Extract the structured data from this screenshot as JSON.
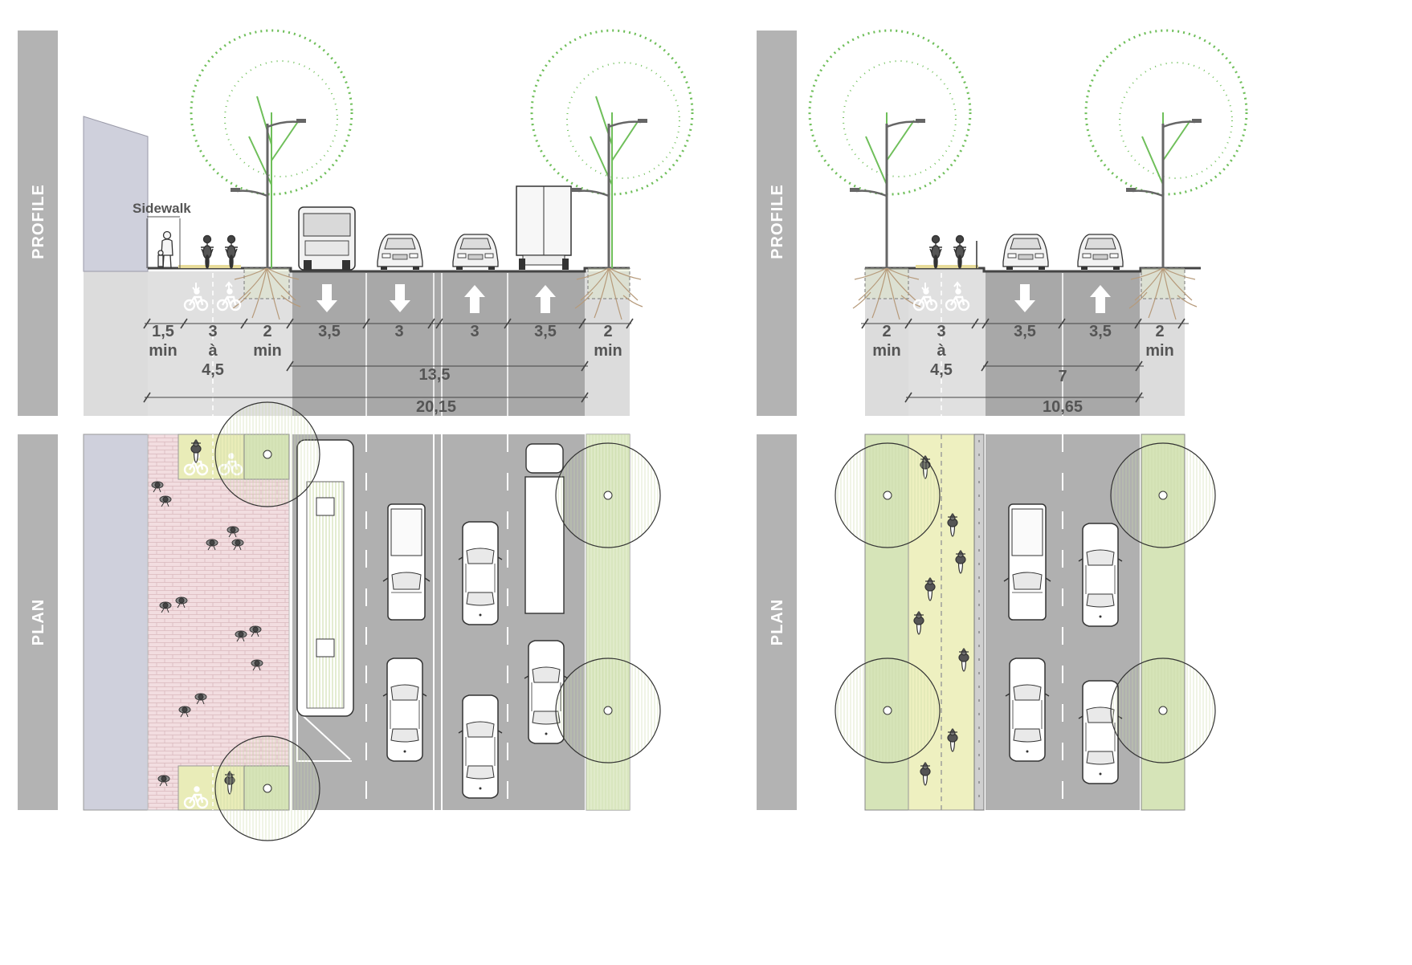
{
  "labels": {
    "profile": "PROFILE",
    "plan": "PLAN",
    "sidewalk": "Sidewalk"
  },
  "left": {
    "widths": [
      {
        "top": "1,5",
        "bottom": "min",
        "extra": ""
      },
      {
        "top": "3",
        "bottom": "à",
        "extra": "4,5"
      },
      {
        "top": "2",
        "bottom": "min",
        "extra": ""
      },
      {
        "top": "3,5",
        "bottom": "",
        "extra": ""
      },
      {
        "top": "3",
        "bottom": "",
        "extra": ""
      },
      {
        "top": "3",
        "bottom": "",
        "extra": ""
      },
      {
        "top": "3,5",
        "bottom": "",
        "extra": ""
      },
      {
        "top": "2",
        "bottom": "min",
        "extra": ""
      }
    ],
    "subtotal": "13,5",
    "total": "20,15"
  },
  "right": {
    "widths": [
      {
        "top": "2",
        "bottom": "min",
        "extra": ""
      },
      {
        "top": "3",
        "bottom": "à",
        "extra": "4,5"
      },
      {
        "top": "3,5",
        "bottom": "",
        "extra": ""
      },
      {
        "top": "3,5",
        "bottom": "",
        "extra": ""
      },
      {
        "top": "2",
        "bottom": "min",
        "extra": ""
      }
    ],
    "subtotal": "7",
    "total": "10,65"
  },
  "colors": {
    "sidebar": "#b3b3b3",
    "road": "#b0b0b0",
    "roadDark": "#a5a5a5",
    "paleGray": "#dcdcdc",
    "building": "#cfd0dc",
    "pavers": "#f2dde0",
    "green": "#d6e4b8",
    "bikeLane": "#eef0c0",
    "tree": "#6fbf5a"
  }
}
